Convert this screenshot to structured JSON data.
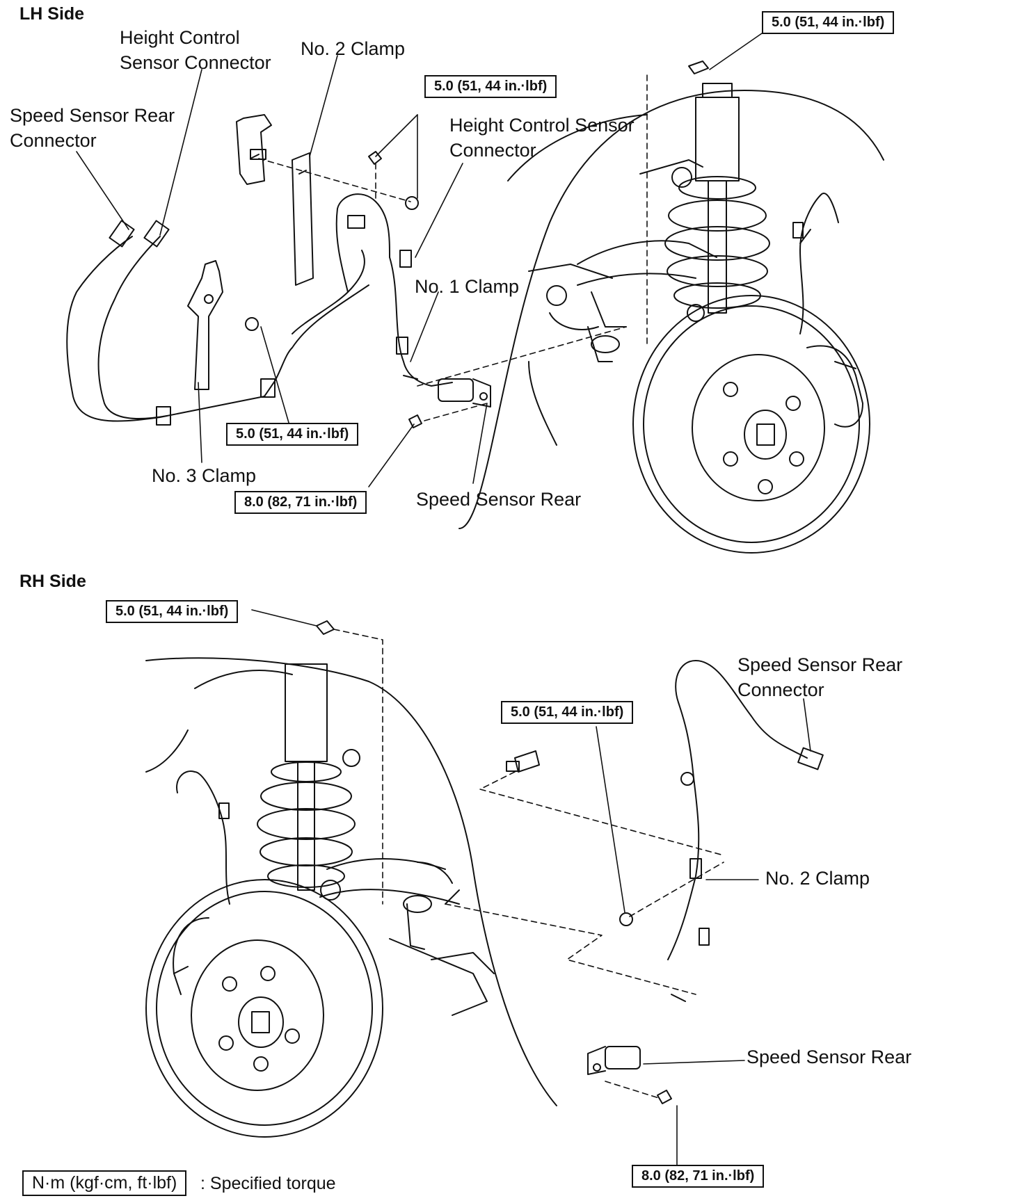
{
  "lh": {
    "heading": "LH Side",
    "labels": {
      "height_control_connector_left": "Height Control\nSensor Connector",
      "no2_clamp": "No. 2 Clamp",
      "speed_sensor_rear_connector": "Speed Sensor Rear\nConnector",
      "height_control_connector_right": "Height Control Sensor\nConnector",
      "no1_clamp": "No. 1 Clamp",
      "no3_clamp": "No. 3 Clamp",
      "speed_sensor_rear": "Speed Sensor Rear"
    },
    "torques": {
      "top_right": "5.0 (51, 44 in.·lbf)",
      "mid": "5.0 (51, 44 in.·lbf)",
      "low": "5.0 (51, 44 in.·lbf)",
      "bolt": "8.0 (82, 71 in.·lbf)"
    }
  },
  "rh": {
    "heading": "RH Side",
    "labels": {
      "speed_sensor_rear_connector": "Speed Sensor Rear\nConnector",
      "no2_clamp": "No. 2 Clamp",
      "speed_sensor_rear": "Speed Sensor Rear"
    },
    "torques": {
      "top": "5.0 (51, 44 in.·lbf)",
      "mid": "5.0 (51, 44 in.·lbf)",
      "bolt": "8.0 (82, 71 in.·lbf)"
    }
  },
  "legend": {
    "unit": "N·m (kgf·cm, ft·lbf)",
    "text": ": Specified torque"
  }
}
